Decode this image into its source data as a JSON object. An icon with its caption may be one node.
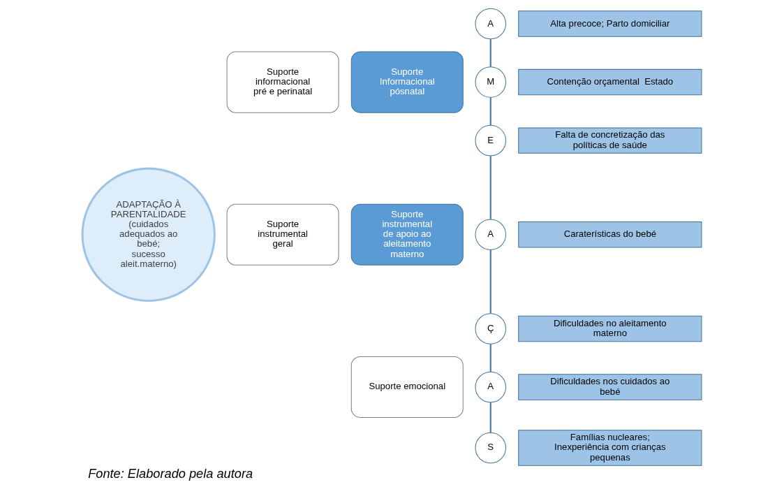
{
  "diagram": {
    "caption": "Fonte: Elaborado pela autora",
    "nodes": [
      {
        "text": [
          "ADAPTAÇÃO À PARENTALIDADE",
          "(cuidados adequados ao bebé; sucesso aleit.materno)"
        ]
      },
      {
        "text": [
          "Suporte informacional pré e perinatal"
        ]
      },
      {
        "text": [
          "Suporte Informacional pósnatal"
        ]
      },
      {
        "text": [
          "Suporte instrumental geral"
        ]
      },
      {
        "text": [
          "Suporte instrumental de apoio ao aleitamento materno"
        ]
      },
      {
        "text": [
          "Suporte emocional"
        ]
      },
      {
        "text": [
          "A"
        ]
      },
      {
        "text": [
          "Alta precoce; Parto domiciliar"
        ]
      },
      {
        "text": [
          "M"
        ]
      },
      {
        "text": [
          "Contenção orçamental  Estado"
        ]
      },
      {
        "text": [
          "E"
        ]
      },
      {
        "text": [
          "Falta de concretização das políticas de saúde"
        ]
      },
      {
        "text": [
          "A"
        ]
      },
      {
        "text": [
          "Caraterísticas do bebé"
        ]
      },
      {
        "text": [
          "Ç"
        ]
      },
      {
        "text": [
          "Dificuldades no aleitamento materno"
        ]
      },
      {
        "text": [
          "A"
        ]
      },
      {
        "text": [
          "Dificuldades nos cuidados ao bebé"
        ]
      },
      {
        "text": [
          "S"
        ]
      },
      {
        "text": [
          "Famílias nucleares; Inexperiência com crianças pequenas"
        ]
      }
    ],
    "edges": [
      {
        "from": 6,
        "to": 8,
        "arrow": "none"
      },
      {
        "from": 8,
        "to": 10,
        "arrow": "none"
      },
      {
        "from": 10,
        "to": 12,
        "arrow": "none"
      },
      {
        "from": 12,
        "to": 14,
        "arrow": "none"
      },
      {
        "from": 14,
        "to": 16,
        "arrow": "none"
      },
      {
        "from": 16,
        "to": 18,
        "arrow": "none"
      }
    ]
  }
}
